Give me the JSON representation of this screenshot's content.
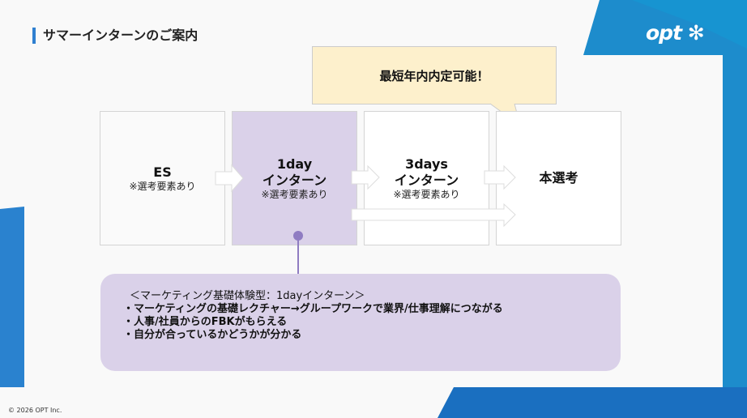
{
  "title": "サマーインターンのご案内",
  "logo": "opt",
  "bubble": "最短年内内定可能！",
  "steps": [
    {
      "main": "ES",
      "sub": "※選考要素あり"
    },
    {
      "main1": "1day",
      "main2": "インターン",
      "sub": "※選考要素あり"
    },
    {
      "main1": "3days",
      "main2": "インターン",
      "sub": "※選考要素あり"
    },
    {
      "main": "本選考"
    }
  ],
  "info": {
    "heading": "＜マーケティング基礎体験型：1dayインターン＞",
    "bullets": [
      "・マーケティングの基礎レクチャー→グループワークで業界/仕事理解につながる",
      "・人事/社員からのFBKがもらえる",
      "・自分が合っているかどうかが分かる"
    ]
  },
  "copyright": "© 2026 OPT Inc.",
  "colors": {
    "blue": "#1f86c8",
    "purple": "#dad1e9",
    "yellow": "#fdf0cc"
  }
}
